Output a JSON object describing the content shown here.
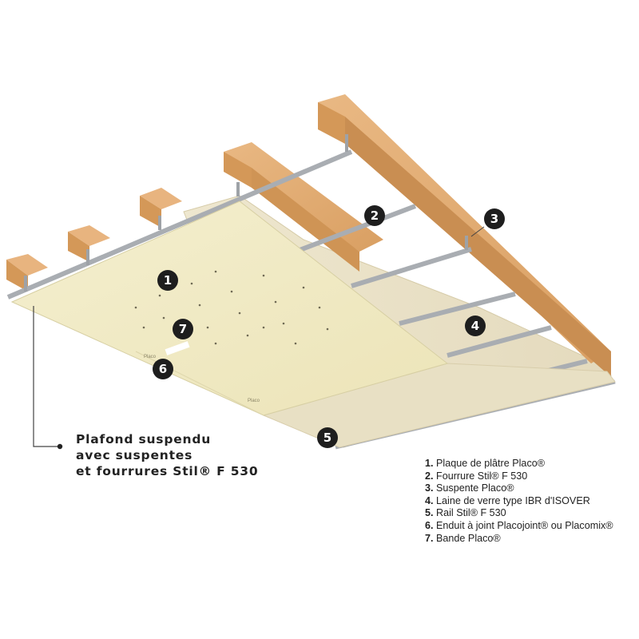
{
  "callouts": [
    "1",
    "2",
    "3",
    "4",
    "5",
    "6",
    "7"
  ],
  "caption": {
    "line1": "Plafond suspendu",
    "line2": "avec suspentes",
    "line3": "et fourrures Stil® F 530"
  },
  "legend": [
    {
      "num": "1.",
      "text": "Plaque de plâtre Placo®"
    },
    {
      "num": "2.",
      "text": "Fourrure Stil® F 530"
    },
    {
      "num": "3.",
      "text": "Suspente Placo®"
    },
    {
      "num": "4.",
      "text": "Laine de verre type IBR d'ISOVER"
    },
    {
      "num": "5.",
      "text": "Rail Stil® F 530"
    },
    {
      "num": "6.",
      "text": "Enduit à joint Placojoint® ou Placomix®"
    },
    {
      "num": "7.",
      "text": "Bande Placo®"
    }
  ],
  "brand_mark": "Placo",
  "colors": {
    "wood": "#e6b27c",
    "wood_dark": "#c98e52",
    "plaster": "#f1ebc4",
    "insulation": "#ebe3c8",
    "metal": "#b9bcc0",
    "badge": "#1e1e1e"
  }
}
